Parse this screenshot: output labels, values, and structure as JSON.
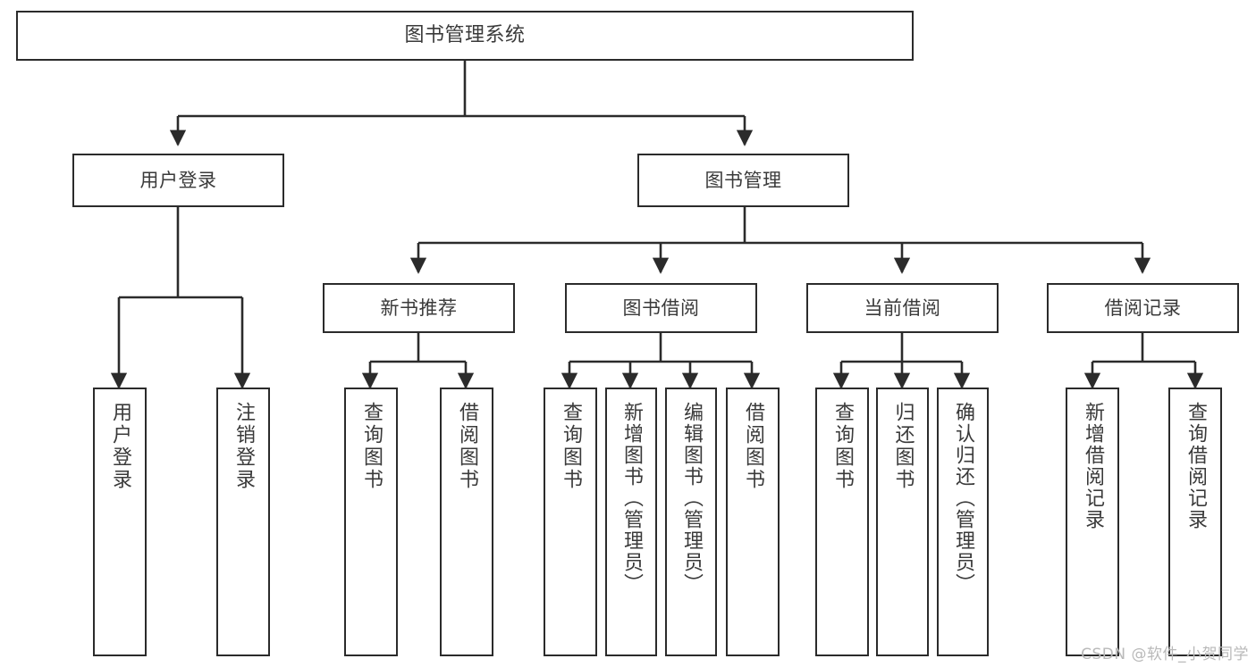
{
  "diagram": {
    "type": "tree",
    "title_node": "图书管理系统",
    "watermark": "CSDN @软件_小贺同学",
    "colors": {
      "border": "#2b2b2b",
      "text": "#3a3a3a",
      "background": "#ffffff",
      "connector": "#2b2b2b",
      "watermark": "#b9b9b9"
    },
    "nodes": {
      "root": {
        "label": "图书管理系统"
      },
      "level2": [
        {
          "id": "user-login",
          "label": "用户登录"
        },
        {
          "id": "book-management",
          "label": "图书管理"
        }
      ],
      "level3": [
        {
          "id": "new-book-recommend",
          "label": "新书推荐"
        },
        {
          "id": "book-borrow",
          "label": "图书借阅"
        },
        {
          "id": "current-borrow",
          "label": "当前借阅"
        },
        {
          "id": "borrow-record",
          "label": "借阅记录"
        }
      ],
      "leaves": {
        "user-login": [
          {
            "id": "leaf-user-login",
            "label": "用户登录"
          },
          {
            "id": "leaf-logout",
            "label": "注销登录"
          }
        ],
        "new-book-recommend": [
          {
            "id": "leaf-query-book-1",
            "label": "查询图书"
          },
          {
            "id": "leaf-borrow-book-1",
            "label": "借阅图书"
          }
        ],
        "book-borrow": [
          {
            "id": "leaf-query-book-2",
            "label": "查询图书"
          },
          {
            "id": "leaf-add-book",
            "label": "新增图书（管理员）"
          },
          {
            "id": "leaf-edit-book",
            "label": "编辑图书（管理员）"
          },
          {
            "id": "leaf-borrow-book-2",
            "label": "借阅图书"
          }
        ],
        "current-borrow": [
          {
            "id": "leaf-query-book-3",
            "label": "查询图书"
          },
          {
            "id": "leaf-return-book",
            "label": "归还图书"
          },
          {
            "id": "leaf-confirm-return",
            "label": "确认归还（管理员）"
          }
        ],
        "borrow-record": [
          {
            "id": "leaf-add-record",
            "label": "新增借阅记录"
          },
          {
            "id": "leaf-query-record",
            "label": "查询借阅记录"
          }
        ]
      }
    }
  }
}
